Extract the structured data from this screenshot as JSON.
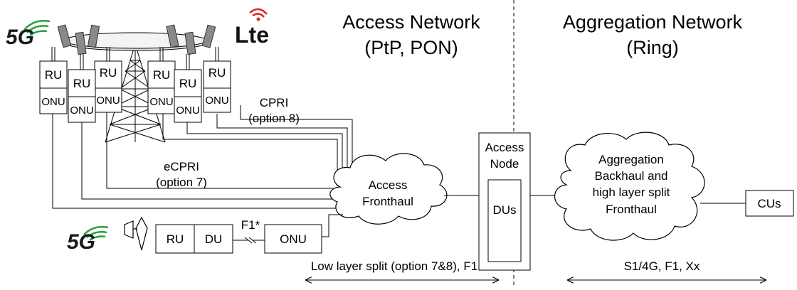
{
  "logos": {
    "fiveg_top": "5G",
    "fiveg_bottom": "5G",
    "lte": "Lte"
  },
  "headings": {
    "access_line1": "Access Network",
    "access_line2": "(PtP, PON)",
    "aggregation_line1": "Aggregation Network",
    "aggregation_line2": "(Ring)"
  },
  "units": {
    "ru": "RU",
    "onu": "ONU",
    "du": "DU"
  },
  "links": {
    "cpri_line1": "CPRI",
    "cpri_line2": "(option 8)",
    "ecpri_line1": "eCPRI",
    "ecpri_line2": "(option 7)",
    "f1_star": "F1*"
  },
  "access_fronthaul": {
    "line1": "Access",
    "line2": "Fronthaul"
  },
  "access_node": {
    "line1": "Access",
    "line2": "Node",
    "dus": "DUs"
  },
  "aggregation_cloud": {
    "line1": "Aggregation",
    "line2": "Backhaul and",
    "line3": "high layer split",
    "line4": "Fronthaul"
  },
  "cus": "CUs",
  "spans": {
    "low_layer": "Low layer split (option 7&8), F1",
    "high_layer": "S1/4G, F1, Xx"
  },
  "colors": {
    "line": "#000000",
    "antenna": "#7f7f7f",
    "logo_green": "#2e9e3e",
    "lte_red": "#d7262b"
  }
}
